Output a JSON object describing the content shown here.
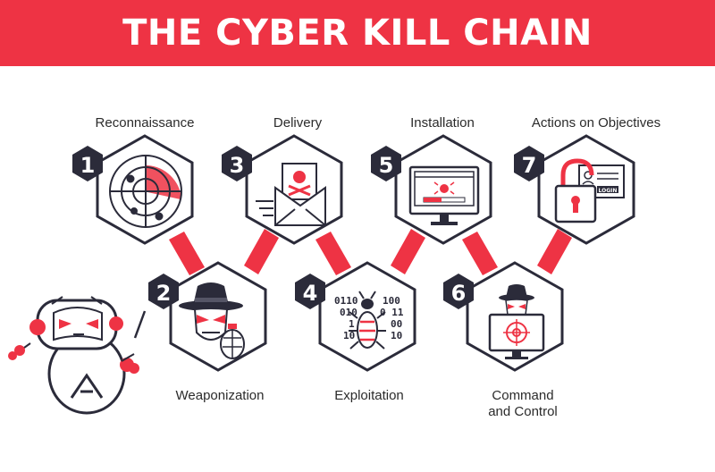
{
  "title": "THE CYBER KILL CHAIN",
  "colors": {
    "accent": "#ee3344",
    "outline": "#2b2b3a",
    "text": "#2b2b2b",
    "background": "#ffffff"
  },
  "steps": [
    {
      "number": "1",
      "label": "Reconnaissance",
      "icon": "radar-icon"
    },
    {
      "number": "2",
      "label": "Weaponization",
      "icon": "hacker-grenade-icon"
    },
    {
      "number": "3",
      "label": "Delivery",
      "icon": "malicious-envelope-icon"
    },
    {
      "number": "4",
      "label": "Exploitation",
      "icon": "binary-bug-icon",
      "binary": [
        "0110",
        "010",
        "1",
        "10",
        "100",
        "0 11",
        "00",
        "10"
      ]
    },
    {
      "number": "5",
      "label": "Installation",
      "icon": "monitor-install-icon"
    },
    {
      "number": "6",
      "label": "Command\nand Control",
      "icon": "hacker-monitor-target-icon"
    },
    {
      "number": "7",
      "label": "Actions on Objectives",
      "icon": "padlock-login-icon",
      "login_text": "LOGIN"
    }
  ]
}
